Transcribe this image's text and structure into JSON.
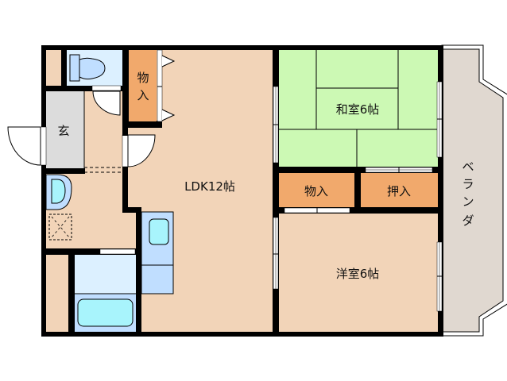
{
  "floor_plan": {
    "type": "apartment-floor-plan",
    "layout": "2LDK",
    "colors": {
      "wall": "#000000",
      "ldk_floor": "#f2d4b8",
      "tatami": "#ccf9b4",
      "storage": "#f1a96c",
      "entrance": "#dcdcdc",
      "wet_area": "#dcf0ff",
      "fixture": "#c0deff",
      "fixture_inner": "#a8f4fc",
      "balcony": "#e0d8d0",
      "sash": "#ffffff"
    },
    "rooms": {
      "ldk": {
        "label": "LDK12帖",
        "name": "LDK",
        "size_jo": 12
      },
      "washitsu": {
        "label": "和室6帖",
        "name": "和室",
        "size_jo": 6
      },
      "yoshitsu": {
        "label": "洋室6帖",
        "name": "洋室",
        "size_jo": 6
      },
      "genkan": {
        "label": "玄"
      },
      "storage_ldk": {
        "label_top": "物",
        "label_bottom": "入"
      },
      "storage_mid": {
        "label": "物入"
      },
      "oshiire": {
        "label": "押入"
      },
      "balcony": {
        "chars": [
          "ベ",
          "ラ",
          "ン",
          "ダ"
        ],
        "label": "ベランダ"
      }
    },
    "fixtures": [
      "toilet",
      "washbasin",
      "washing-machine-space",
      "bathtub",
      "kitchen-sink"
    ]
  }
}
